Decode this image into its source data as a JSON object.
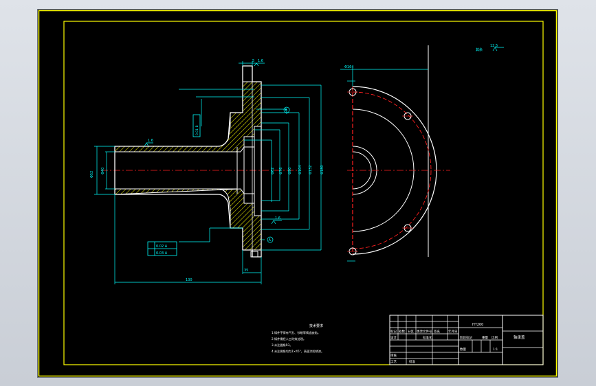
{
  "colors": {
    "background": "#000000",
    "frame": "#ffff00",
    "outline": "#ffffff",
    "dimension": "#00ffff",
    "centerline": "#ff2020",
    "hatch": "#ffff00",
    "viewport": "#d7dbe2"
  },
  "surface_finish": {
    "corner_symbol": "其余",
    "corner_value": "12.5"
  },
  "dimensions": {
    "small_top_width": "5",
    "bore_finish": "1.6",
    "right_finish": "1.6",
    "flange_finish": "1.6",
    "d1": "Φ62",
    "d2": "Φ76",
    "d3": "Φ90",
    "d4": "Φ104",
    "d5": "Φ132",
    "d6": "Φ180",
    "hub_left": "Φ52",
    "hub_bore": "Φ40",
    "overall_length": "130",
    "flange_thickness": "35",
    "hole_pitch": "Φ164"
  },
  "datums": {
    "datum_a": "A",
    "datum_b": "B"
  },
  "tolerance_frames": {
    "upper": "0.01 B",
    "lower_row1": "0.02 A",
    "lower_row2": "0.03 A"
  },
  "notes": {
    "title": "技术要求",
    "items": [
      "1.铸件不得有气孔、砂眼等铸造缺陷。",
      "2.铸件需经人工时效处理。",
      "3.未注圆角R3。",
      "4.未注倒角均为1×45°，表面涂防锈漆。"
    ]
  },
  "title_block": {
    "material": "HT200",
    "part_name": "轴承盖",
    "scale_label": "比例",
    "scale_value": "1:1",
    "qty_label": "数量",
    "row_labels": [
      "标记",
      "处数",
      "分区",
      "更改文件号",
      "签名",
      "年月日"
    ],
    "designer_label": "设计",
    "standard_label": "标准化",
    "review_label": "审核",
    "process_label": "工艺",
    "approve_label": "批准",
    "stage_label": "阶段标记",
    "weight_label": "重量"
  }
}
